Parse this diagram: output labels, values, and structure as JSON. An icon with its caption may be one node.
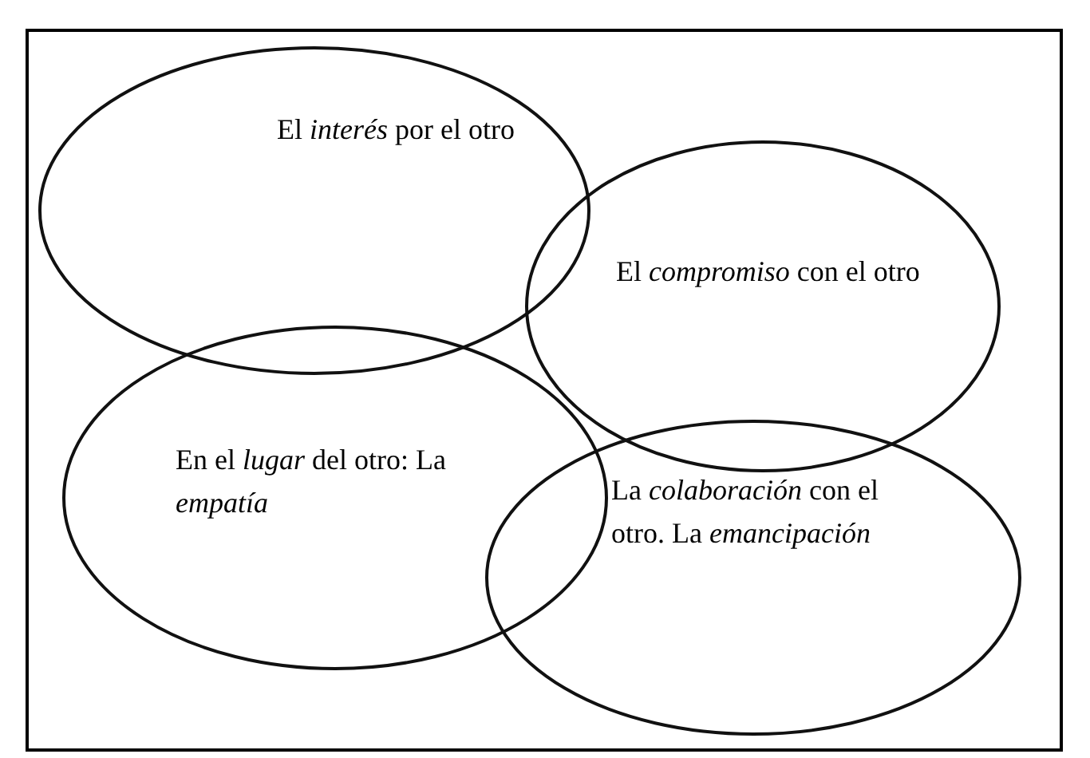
{
  "diagram": {
    "nodes": [
      {
        "text": [
          "El *interés* por el otro"
        ]
      },
      {
        "text": [
          "El *compromiso* con el otro"
        ]
      },
      {
        "text": [
          "En el *lugar* del otro: La *empatía*"
        ]
      },
      {
        "text": [
          "La *colaboración* con el otro. La *emancipación*"
        ]
      }
    ]
  }
}
